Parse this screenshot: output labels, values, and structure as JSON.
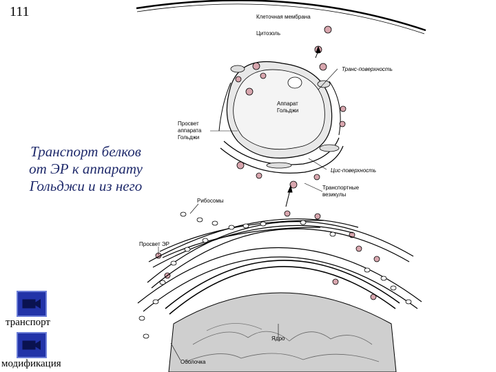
{
  "slide": {
    "number": "111"
  },
  "caption": {
    "line1": "Транспорт белков",
    "line2": "от ЭР к аппарату",
    "line3": "Гольджи и из него"
  },
  "nav": {
    "transport_label": "транспорт",
    "modification_label": "модификация",
    "icon": "video-camera-icon",
    "button_color": "#2233a8"
  },
  "diagram": {
    "labels": {
      "membrane": "Клеточная мембрана",
      "cytosol": "Цитозоль",
      "trans": "Транс-поверхность",
      "golgi_1": "Аппарат",
      "golgi_2": "Гольджи",
      "lumen_golgi_1": "Просвет",
      "lumen_golgi_2": "аппарата",
      "lumen_golgi_3": "Гольджи",
      "cis": "Цис-поверхность",
      "vesicles_1": "Транспортные",
      "vesicles_2": "везикулы",
      "ribosomes": "Рибосомы",
      "lumen_er": "Просвет  ЭР",
      "nucleus": "Ядро",
      "envelope": "Оболочка"
    }
  }
}
